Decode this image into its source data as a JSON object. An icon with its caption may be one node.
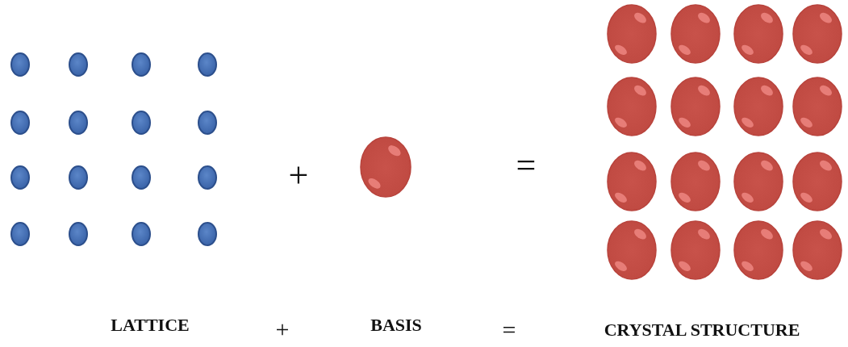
{
  "diagram": {
    "labels": [
      "+",
      "=",
      "LATTICE",
      "+",
      "BASIS",
      "=",
      "CRYSTAL STRUCTURE"
    ]
  }
}
